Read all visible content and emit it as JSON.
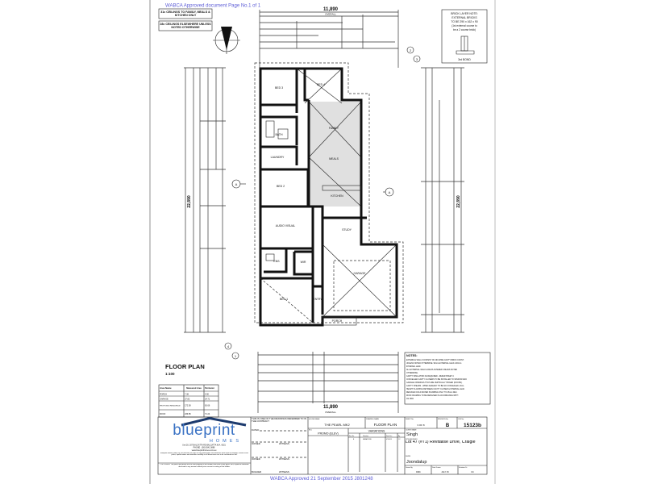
{
  "watermark_top": "WABCA Approved document Page No.1 of 1",
  "watermark_bottom": "WABCA Approved 21 September 2015 J801248",
  "notes_top": [
    "31c CEILINGS TO FAMILY, MEALS & KITCHEN ONLY",
    "28c CEILINGS ELSEWHERE UNLESS NOTED OTHERWISE"
  ],
  "brick_note": [
    "BRICK LAYER NOTE:",
    "EXTERNAL BRICKS",
    "TO BE 290 x 162 x 90",
    "(1st external course to",
    "be a 2 course brick)",
    "3rd BOND"
  ],
  "dimensions": {
    "overall_width": "11,890",
    "overall_label": "OVERALL",
    "overall_depth": "22,890"
  },
  "rooms": [
    "BED 3",
    "BED 4",
    "FAMILY",
    "MEALS",
    "BATH",
    "LAUNDRY",
    "BED 2",
    "KITCHEN",
    "AUDIO VISUAL",
    "STUDY",
    "ENS",
    "WIR",
    "GARAGE",
    "BED 1",
    "ENTRY",
    "PORCH"
  ],
  "section_markers": [
    "A",
    "A",
    "1",
    "2",
    "3",
    "4"
  ],
  "plan_title": "FLOOR PLAN",
  "plan_scale": "1:100",
  "area_table": {
    "headers": [
      "Area Name",
      "Measured Area",
      "Perimeter"
    ],
    "rows": [
      [
        "PORCH",
        "7.38",
        "4.90"
      ],
      [
        "GARAGE",
        "37.82",
        "24.71"
      ],
      [
        "PROPOSED RESIDENCE",
        "172.58",
        "63.66"
      ],
      [
        "ROOF",
        "236.85",
        "71.24"
      ]
    ]
  },
  "notes": {
    "title": "NOTES:",
    "lines": [
      "EXTERNAL WALLS CONSIST OF 290 WIDE CAVITY BRICK CONST.",
      "UNLESS NOTED OTHERWISE. 90mm EXTERNAL LEAF & 90mm",
      "INTERNAL LEAF.",
      "ALL EXTERNAL WALLS ARE PLASTERED UNLESS NOTED",
      "OTHERWISE.",
      "CAVITY INSULATION AS REQUIRED - REFER SHEET 4",
      "CONCEALED CAVITY CLOSERS TO BE INSTALLED TO WINDOW AND",
      "GARAGE OPENINGS THAT ARE VERTICALLY HINGED (DOORS).",
      "CAVITY SHEARS - WHEN ALREADY TO BE SO CONCEALED, FULL",
      "HEIGHT FLASHING BETWEEN CAVITY CLOSER & INTERNAL LEAF.",
      "REDUCED COLD WATER PLUMBING ONLY TO 25mm DEC.",
      "ROOF FRAMING TO BE DESIGNED IN ACCORDANCE WITH",
      "AS 1684"
    ]
  },
  "title_block": {
    "logo_main": "blueprint",
    "logo_sub": "HOMES",
    "address": "Unit 20, 207 BALCATTA RD BALCATTA W.A. 6021",
    "phone": "PHONE : (08) 9341 0888",
    "web": "www.blueprinthomes.com.au",
    "disclaimer1": "Blueprint Homes (WA) Pty Ltd reserves the right to vary dimensions and materials from those on display. Please check plans, specifications and estimate carefully as all dimensions are to be confirmed on site.",
    "disclaimer2": "COPYRIGHT: The plans and details are the sole property of the Builder and must not be given, lent, copied or otherwise disclosed in any manner without prior consent in writing of the builder.",
    "contract_note": "THIS IS ONE OF THE DRAWINGS REFERRED TO IN THE CONTRACT",
    "dated_label": "DATED",
    "owner_label": "OWNER",
    "witness_label": "WITNESS",
    "builder_label": "BUILDER",
    "house_name_label": "HOUSE NAME",
    "house_name": "THE PEARL MK2",
    "elevation_label": "Elev",
    "elevation": "PROMO (ELEV)",
    "drawing_name_label": "DRAWING NAME",
    "drawing_name": "FLOOR PLAN",
    "variations_label": "VARIATIONS",
    "variation_headers": [
      "Rev No.",
      "Variation",
      "Date Drn",
      "By"
    ],
    "variation_row": [
      "B",
      "VARIATIONS",
      "07/09/15",
      "CC"
    ],
    "sheet_label": "SHEET No.",
    "sheet": "3 OF 8",
    "revision_label": "REVISION No.",
    "revision": "B",
    "job_label": "JOB No.",
    "job": "15123b",
    "client_label": "CLIENT NAME",
    "client": "Singh",
    "site_label": "SITE ADDRESS",
    "site": "Lot 47 (#71) Revitalise Drive, Craigie",
    "shire_label": "SHIRE",
    "shire": "Joondalup",
    "drawn_label": "Drawn By",
    "drawn": "DMC",
    "date_label": "Date Drawn",
    "date": "JULY 15",
    "checked_label": "Variation Dr",
    "checked": "CC"
  }
}
